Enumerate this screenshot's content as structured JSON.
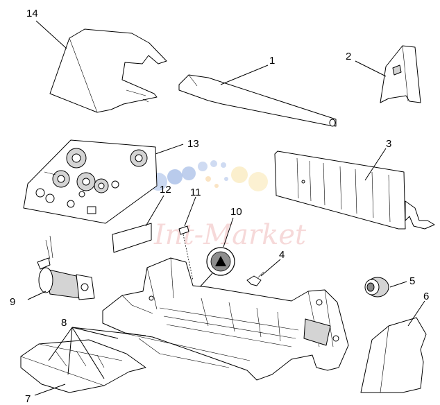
{
  "diagram": {
    "callouts": [
      {
        "id": "c14",
        "label": "14"
      },
      {
        "id": "c1",
        "label": "1"
      },
      {
        "id": "c2",
        "label": "2"
      },
      {
        "id": "c13",
        "label": "13"
      },
      {
        "id": "c3",
        "label": "3"
      },
      {
        "id": "c12",
        "label": "12"
      },
      {
        "id": "c11",
        "label": "11"
      },
      {
        "id": "c10",
        "label": "10"
      },
      {
        "id": "c4",
        "label": "4"
      },
      {
        "id": "c5",
        "label": "5"
      },
      {
        "id": "c9",
        "label": "9"
      },
      {
        "id": "c8",
        "label": "8"
      },
      {
        "id": "c6",
        "label": "6"
      },
      {
        "id": "c7",
        "label": "7"
      }
    ],
    "watermark": "Int-Market",
    "colors": {
      "line": "#000000",
      "shade": "#d4d4d4",
      "watermark_text": "#f3c9c9",
      "watermark_dots": [
        "#9fb8e6",
        "#7fa0dc",
        "#f6c98a",
        "#f8df9c"
      ]
    }
  }
}
